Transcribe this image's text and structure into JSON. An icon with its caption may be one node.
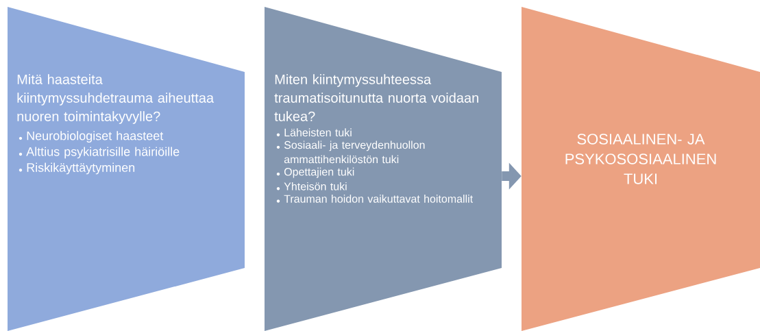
{
  "diagram": {
    "nodes": [
      {
        "text": [
          "Mitä haasteita kiintymyssuhdetrauma aiheuttaa nuoren toimintakyvylle?",
          "Neurobiologiset haasteet",
          "Alttius psykiatrisille häiriöille",
          "Riskikäyttäytyminen"
        ]
      },
      {
        "text": [
          "Miten kiintymyssuhteessa traumatisoitunutta nuorta voidaan tukea?",
          "Läheisten tuki",
          "Sosiaali- ja terveydenhuollon ammattihenkilöstön tuki",
          "Opettajien tuki",
          "Yhteisön tuki",
          "Trauman hoidon vaikuttavat hoitomallit"
        ]
      },
      {
        "text": [
          "SOSIAALINEN- JA PSYKOSOSIAALINEN TUKI"
        ]
      }
    ],
    "edges": [
      {
        "from": 1,
        "to": 2,
        "arrow": "to"
      }
    ]
  }
}
